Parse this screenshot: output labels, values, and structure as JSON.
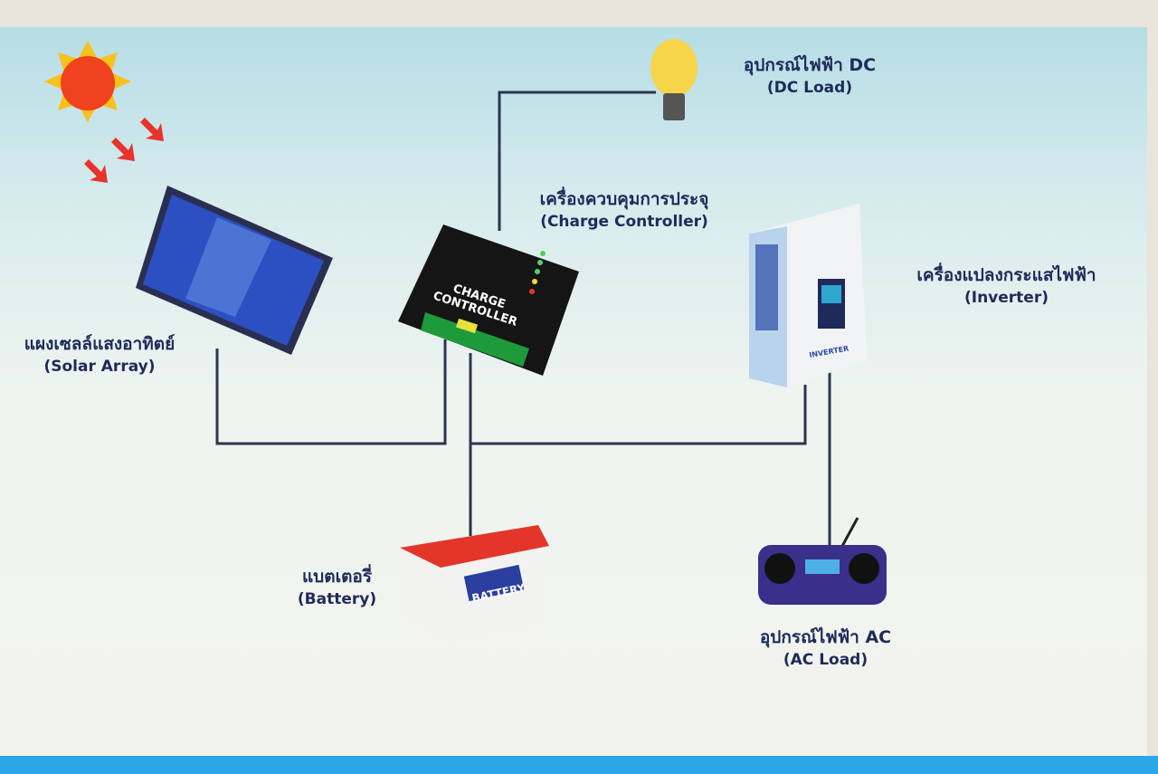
{
  "labels": {
    "dc_load": {
      "th": "อุปกรณ์ไฟฟ้า DC",
      "en": "(DC Load)"
    },
    "charge_controller": {
      "th": "เครื่องควบคุมการประจุ",
      "en": "(Charge Controller)"
    },
    "inverter": {
      "th": "เครื่องแปลงกระแสไฟฟ้า",
      "en": "(Inverter)"
    },
    "solar_array": {
      "th": "แผงเซลล์แสงอาทิตย์",
      "en": "(Solar Array)"
    },
    "battery": {
      "th": "แบตเตอรี่",
      "en": "(Battery)"
    },
    "ac_load": {
      "th": "อุปกรณ์ไฟฟ้า AC",
      "en": "(AC Load)"
    }
  },
  "device_text": {
    "controller_line1": "CHARGE",
    "controller_line2": "CONTROLLER",
    "battery": "BATTERY",
    "inverter": "INVERTER"
  },
  "colors": {
    "wire": "#2c3550",
    "text": "#1f2a5a"
  }
}
